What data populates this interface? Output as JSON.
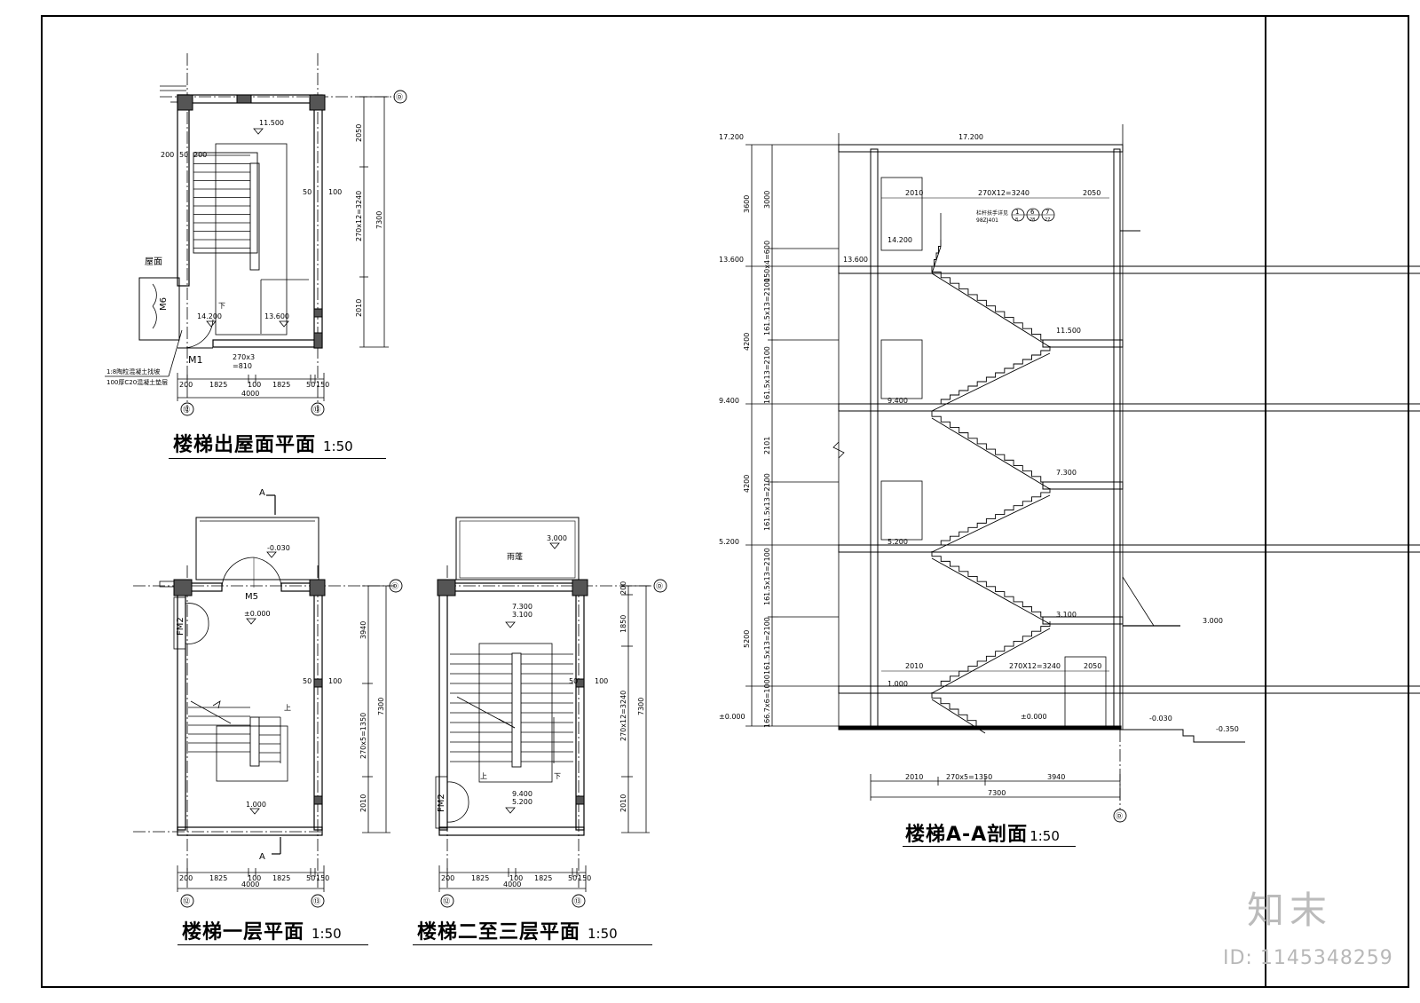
{
  "views": {
    "roof": {
      "title": "楼梯出屋面平面",
      "scale": "1:50"
    },
    "first": {
      "title": "楼梯一层平面",
      "scale": "1:50"
    },
    "second": {
      "title": "楼梯二至三层平面",
      "scale": "1:50"
    },
    "section": {
      "title": "楼梯A-A剖面",
      "scale": "1:50"
    }
  },
  "roof_plan": {
    "axis_left": "⑫",
    "axis_right": "⑬",
    "axis_top": "Ⓓ",
    "dims_bottom": [
      "200",
      "1825",
      "100",
      "1825",
      "50",
      "150"
    ],
    "dim_total": "4000",
    "dims_right": [
      "2050",
      "270x12=3240",
      "2010"
    ],
    "dim_right_total": "7300",
    "dim_wall": [
      "200",
      "50",
      "200"
    ],
    "dim_side": [
      "50",
      "100"
    ],
    "levels": [
      "11.500",
      "14.200",
      "13.600"
    ],
    "labels": {
      "roof": "屋面",
      "door1": "M6",
      "door2": "M1",
      "down": "下",
      "steps": "270x3",
      "steps2": "=810"
    },
    "notes": [
      "1:8陶粒混凝土找坡",
      "100厚C20混凝土垫层"
    ]
  },
  "first_plan": {
    "axis_left": "⑫",
    "axis_right": "⑬",
    "axis_top": "Ⓓ",
    "section_mark": "A",
    "dims_bottom": [
      "200",
      "1825",
      "100",
      "1825",
      "50",
      "150"
    ],
    "dim_total": "4000",
    "dims_right": [
      "3940",
      "270x5=1350",
      "2010"
    ],
    "dim_right_total": "7300",
    "dim_side": [
      "50",
      "100"
    ],
    "levels": [
      "-0.030",
      "±0.000",
      "1.000"
    ],
    "labels": {
      "door_main": "M5",
      "door_side": "FM2",
      "up": "上"
    }
  },
  "second_plan": {
    "axis_left": "⑫",
    "axis_right": "⑬",
    "axis_top": "Ⓓ",
    "dims_bottom": [
      "200",
      "1825",
      "100",
      "1825",
      "50",
      "150"
    ],
    "dim_total": "4000",
    "dims_right": [
      "200",
      "1850",
      "270x12=3240",
      "2010"
    ],
    "dim_right_total": "7300",
    "dim_side": [
      "50",
      "100"
    ],
    "levels": [
      "3.000",
      "7.300",
      "3.100",
      "9.400",
      "5.200"
    ],
    "labels": {
      "canopy": "雨蓬",
      "door_side": "FM2",
      "up": "上",
      "down": "下"
    }
  },
  "section_view": {
    "axis_bottom": "Ⓓ",
    "levels_left": [
      "17.200",
      "13.600",
      "9.400",
      "5.200",
      "±0.000"
    ],
    "levels_in": [
      "17.200",
      "14.200",
      "13.600",
      "11.500",
      "9.400",
      "7.300",
      "5.200",
      "3.100",
      "1.000",
      "±0.000"
    ],
    "levels_out": [
      "3.000",
      "-0.030",
      "-0.350"
    ],
    "dims_left_outer": [
      "3600",
      "4200",
      "4200",
      "5200"
    ],
    "dims_left_inner": [
      "3000",
      "150x4=600",
      "161.5x13=2100",
      "161.5x13=2100",
      "2101",
      "161.5x13=2100",
      "161.5x13=2100",
      "161.5x13=2100",
      "166.7x6=1000"
    ],
    "dims_top": [
      "2010",
      "270X12=3240",
      "2050"
    ],
    "dims_low": [
      "2010",
      "270X12=3240",
      "2050"
    ],
    "dims_bottom": [
      "2010",
      "270x5=1350",
      "3940"
    ],
    "dim_total": "7300",
    "handrail_note": "栏杆扶手详见",
    "handrail_ref": "98ZJ401",
    "handrail_tags": [
      "1",
      "6",
      "7"
    ],
    "handrail_subs": [
      "8",
      "28",
      "27"
    ]
  },
  "watermark": {
    "logo": "知末",
    "id": "ID: 1145348259"
  }
}
